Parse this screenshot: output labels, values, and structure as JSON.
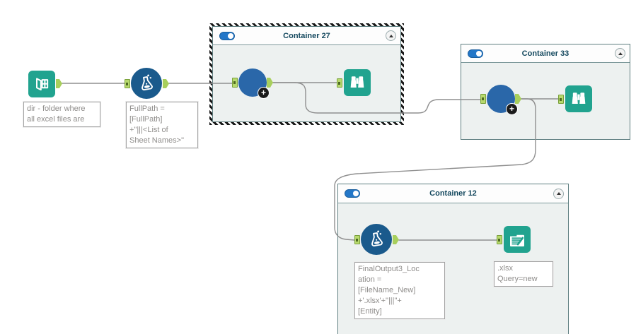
{
  "app": {
    "type": "workflow-canvas"
  },
  "containers": {
    "c27": {
      "title": "Container 27",
      "enabled": "on",
      "selected": true
    },
    "c33": {
      "title": "Container 33",
      "enabled": "on",
      "selected": false
    },
    "c12": {
      "title": "Container 12",
      "enabled": "on",
      "selected": false
    }
  },
  "tools": {
    "directory": {
      "annotation": "dir - folder where\nall excel files are"
    },
    "formula_fullpath": {
      "annotation": "FullPath =\n[FullPath]\n+\"|||<List of\nSheet Names>\""
    },
    "formula_finaloutput": {
      "annotation": "FinalOutput3_Loc\nation =\n[FileName_New]\n+'.xlsx'+\"|||\"+\n[Entity]"
    },
    "output_xlsx": {
      "annotation": ".xlsx\nQuery=new"
    },
    "macro_plus_badge": "+"
  },
  "colors": {
    "tool_teal": "#21a38f",
    "formula_blue": "#1a5a8c",
    "macro_blue": "#2a67a9",
    "toggle_blue": "#2377c8",
    "anchor_lime": "#b7d96d",
    "container_body": "#edf1f0",
    "container_border": "#5f7f81",
    "title_text": "#14485e",
    "annotation_text": "#8f8d8b",
    "wire_gray": "#8f8f8f"
  }
}
